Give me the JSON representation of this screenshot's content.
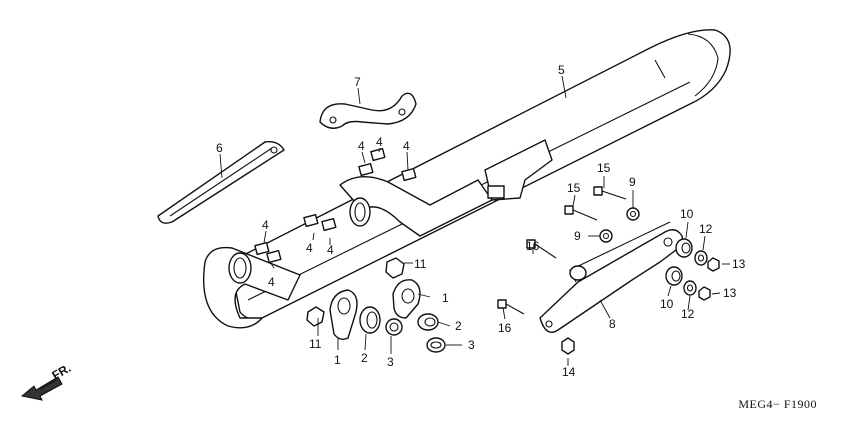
{
  "diagram": {
    "ref_code": "MEG4− F1900",
    "front_arrow_label": "FR.",
    "callouts": {
      "c1a": "1",
      "c1b": "1",
      "c2a": "2",
      "c2b": "2",
      "c3a": "3",
      "c3b": "3",
      "c4a": "4",
      "c4b": "4",
      "c4c": "4",
      "c4d": "4",
      "c4e": "4",
      "c4f": "4",
      "c5": "5",
      "c6": "6",
      "c7": "7",
      "c8": "8",
      "c9a": "9",
      "c9b": "9",
      "c10a": "10",
      "c10b": "10",
      "c11a": "11",
      "c11b": "11",
      "c12a": "12",
      "c12b": "12",
      "c13a": "13",
      "c13b": "13",
      "c14": "14",
      "c15a": "15",
      "c15b": "15",
      "c16a": "16",
      "c16b": "16"
    }
  }
}
